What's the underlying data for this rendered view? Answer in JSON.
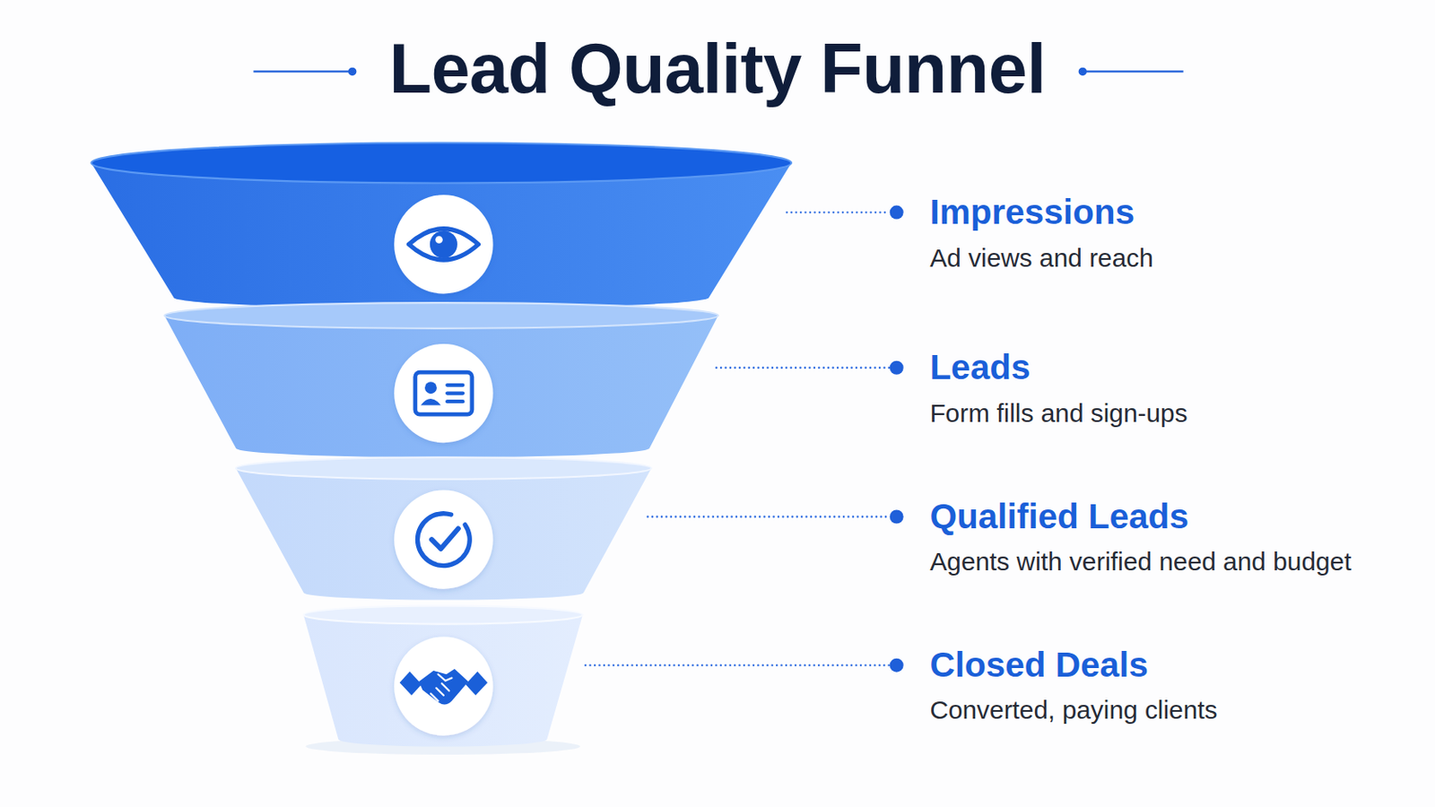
{
  "diagram": {
    "title": "Lead Quality Funnel",
    "nodes": [
      {
        "text": [
          "Impressions",
          "Ad views and reach"
        ]
      },
      {
        "text": [
          "Leads",
          "Form fills and sign-ups"
        ]
      },
      {
        "text": [
          "Qualified Leads",
          "Agents with verified need and budget"
        ]
      },
      {
        "text": [
          "Closed Deals",
          "Converted, paying clients"
        ]
      }
    ]
  }
}
